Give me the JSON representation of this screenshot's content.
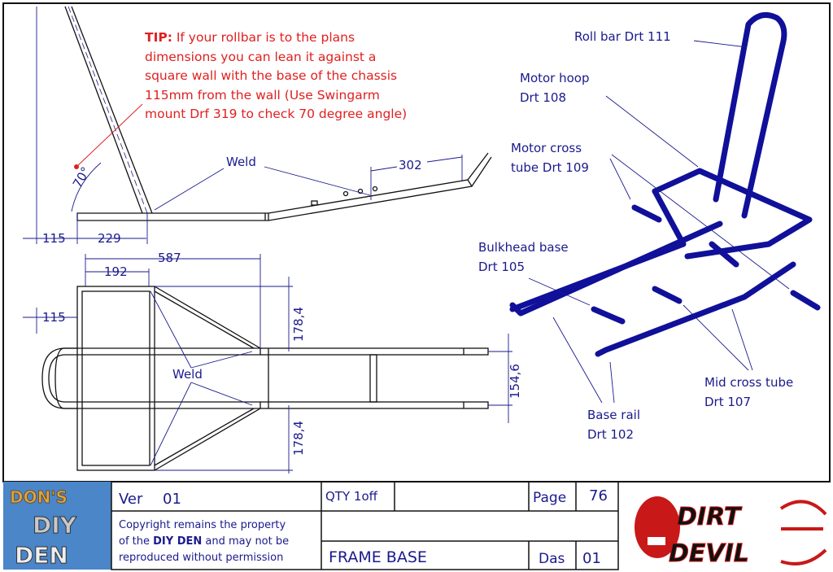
{
  "drawing": {
    "tip_label": "TIP:",
    "tip_lines": [
      "If your rollbar is to the plans",
      "dimensions you can lean it against a",
      "square wall with the base of the chassis",
      "115mm from the wall (Use Swingarm",
      "mount Drf 319 to check 70 degree angle)"
    ],
    "side_view": {
      "angle": "70°",
      "weld": "Weld",
      "dim_115": "115",
      "dim_229": "229",
      "dim_302": "302"
    },
    "top_view": {
      "dim_587": "587",
      "dim_192": "192",
      "dim_115": "115",
      "dim_178_top": "178,4",
      "dim_154": "154,6",
      "dim_178_bottom": "178,4",
      "weld": "Weld"
    },
    "iso_view": {
      "labels": [
        [
          "Roll bar Drt 111"
        ],
        [
          "Motor hoop",
          "Drt 108"
        ],
        [
          "Motor cross",
          "tube Drt 109"
        ],
        [
          "Bulkhead base",
          "Drt 105"
        ],
        [
          "Mid cross tube",
          "Drt 107"
        ],
        [
          "Base rail",
          "Drt 102"
        ]
      ]
    }
  },
  "title_block": {
    "logo_left": "DON'S DIY DEN",
    "ver_label": "Ver",
    "ver_value": "01",
    "copyright_1": "Copyright remains the property",
    "copyright_2a": "of the ",
    "copyright_2b": "DIY DEN",
    "copyright_2c": " and may not be",
    "copyright_3": "reproduced without permission",
    "qty": "QTY 1off",
    "page_label": "Page",
    "page_value": "76",
    "title": "FRAME BASE",
    "das_label": "Das",
    "das_value": "01",
    "logo_right": "DIRT DEVIL"
  },
  "colors": {
    "accent": "#1a1a8c",
    "tip": "#e02020",
    "tube": "#10109a"
  }
}
